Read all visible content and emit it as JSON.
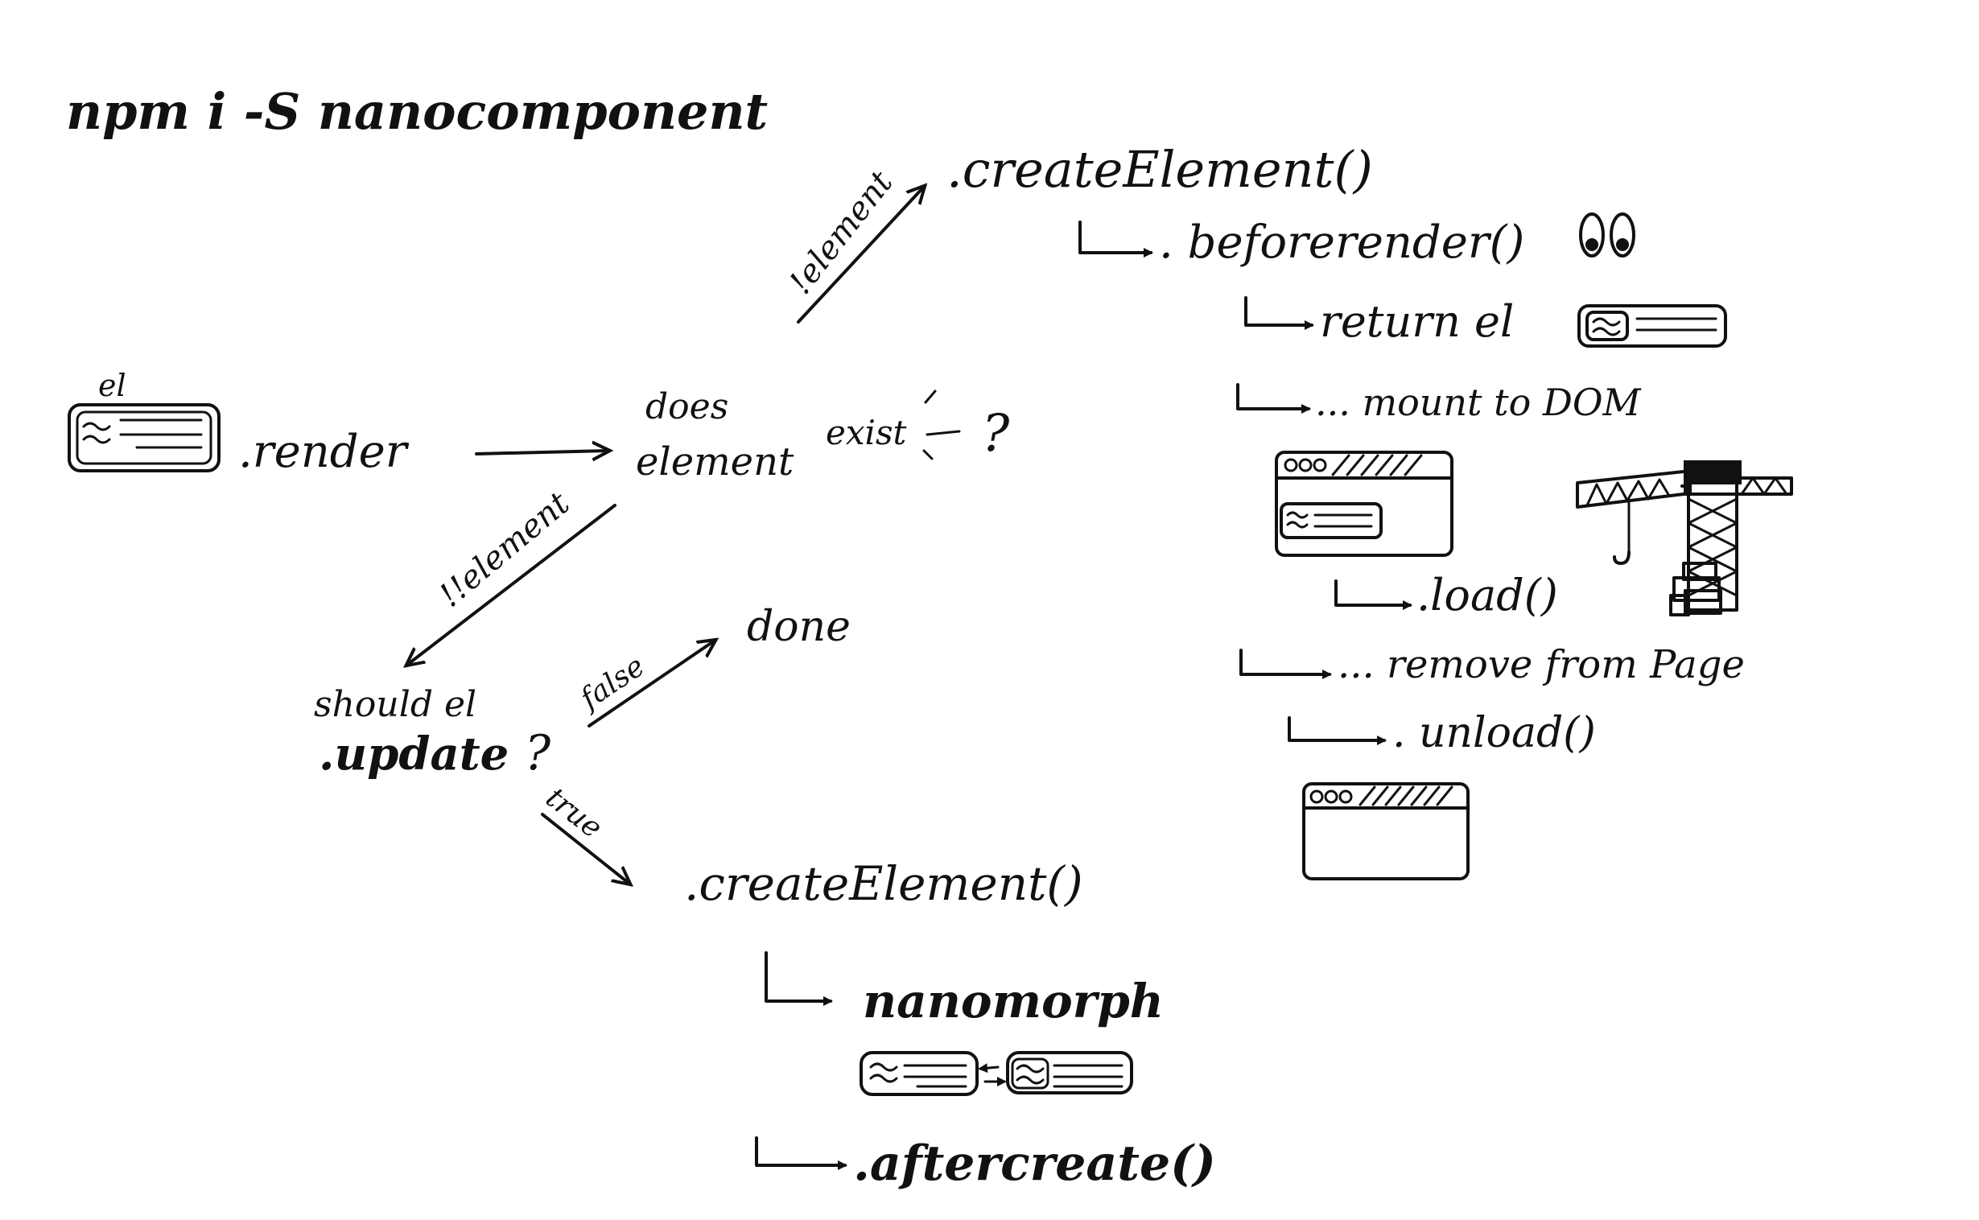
{
  "title": "npm i -S nanocomponent",
  "start": {
    "el_label": "el",
    "render_label": ".render"
  },
  "decision": {
    "line1": "does",
    "line2": "element",
    "line3": "exist",
    "question": "?"
  },
  "edges": {
    "not_element": "!element",
    "double_not_element": "!!element",
    "false_label": "false",
    "true_label": "true"
  },
  "done_label": "done",
  "update_question": {
    "line1": "should el",
    "line2": ".update",
    "question": "?"
  },
  "create_branch": {
    "create_element": ".createElement()",
    "beforerender": ". beforerender()",
    "return_el": "return el",
    "mount": "... mount to DOM",
    "load": ".load()",
    "remove": "... remove from Page",
    "unload": ". unload()"
  },
  "update_branch": {
    "create_element": ".createElement()",
    "nanomorph": "nanomorph",
    "aftercreate": ".aftercreate()"
  },
  "colors": {
    "ink": "#111111",
    "paper": "#ffffff"
  },
  "icons": [
    "element-card-icon",
    "eyes-icon",
    "browser-window-icon",
    "crane-icon",
    "arrow-icon",
    "morph-icon"
  ]
}
